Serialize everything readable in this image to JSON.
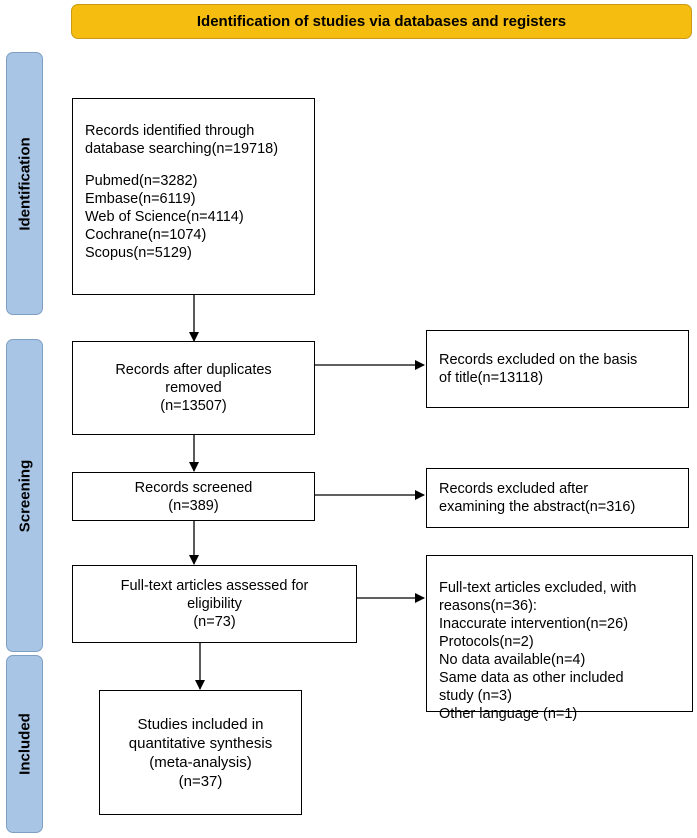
{
  "banner": {
    "title": "Identification of studies via databases and registers"
  },
  "phases": {
    "identification": "Identification",
    "screening": "Screening",
    "included": "Included"
  },
  "boxes": {
    "identified": {
      "line1": "Records identified through",
      "line2": "database searching(n=19718)",
      "sources": [
        "Pubmed(n=3282)",
        "Embase(n=6119)",
        "Web of Science(n=4114)",
        "Cochrane(n=1074)",
        "Scopus(n=5129)"
      ]
    },
    "after_duplicates": {
      "line1": "Records after duplicates",
      "line2": "removed",
      "line3": "(n=13507)"
    },
    "excluded_title": {
      "line1": "Records excluded on the basis",
      "line2": "of title(n=13118)"
    },
    "screened": {
      "line1": "Records screened",
      "line2": "(n=389)"
    },
    "excluded_abstract": {
      "line1": "Records excluded after",
      "line2": "examining the abstract(n=316)"
    },
    "fulltext": {
      "line1": "Full-text articles assessed for",
      "line2": "eligibility",
      "line3": "(n=73)"
    },
    "excluded_fulltext": {
      "lines": [
        "Full-text articles excluded, with",
        "reasons(n=36):",
        "Inaccurate intervention(n=26)",
        "Protocols(n=2)",
        "No data available(n=4)",
        "Same data as other included",
        "study (n=3)",
        "Other language (n=1)"
      ]
    },
    "included": {
      "line1": "Studies included in",
      "line2": "quantitative synthesis",
      "line3": "(meta-analysis)",
      "line4": "(n=37)"
    }
  }
}
